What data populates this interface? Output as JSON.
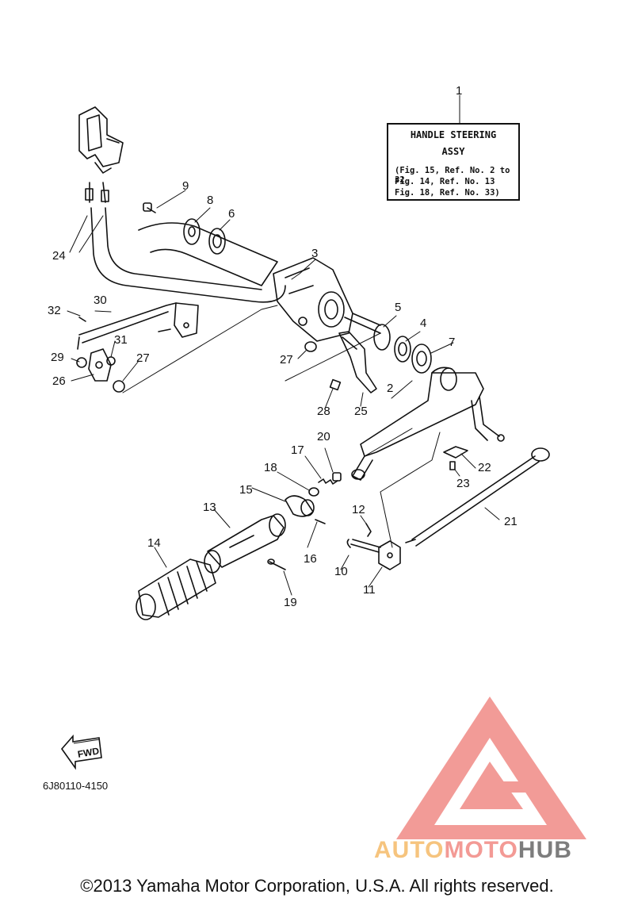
{
  "callouts": [
    "1",
    "2",
    "3",
    "4",
    "5",
    "6",
    "7",
    "8",
    "9",
    "10",
    "11",
    "12",
    "13",
    "14",
    "15",
    "16",
    "17",
    "18",
    "19",
    "20",
    "21",
    "22",
    "23",
    "24",
    "25",
    "26",
    "27",
    "27",
    "28",
    "29",
    "30",
    "31",
    "32"
  ],
  "assy_box": {
    "title_line1": "HANDLE STEERING",
    "title_line2": "ASSY",
    "ref_lines": [
      "(Fig. 15, Ref. No. 2 to 32",
      "Fig. 14, Ref. No. 13",
      "Fig. 18, Ref. No. 33)"
    ]
  },
  "fwd_label": "FWD",
  "part_code": "6J80110-4150",
  "copyright": "©2013 Yamaha Motor Corporation, U.S.A. All rights reserved.",
  "watermark": {
    "text_parts": [
      "AUTO",
      "MOTO",
      "HUB"
    ],
    "colors": {
      "auto": "#f6c47e",
      "moto": "#f39a95",
      "hub": "#7d7d7d",
      "logo": "#f08a85"
    }
  },
  "colors": {
    "line": "#111111",
    "background": "#ffffff"
  }
}
